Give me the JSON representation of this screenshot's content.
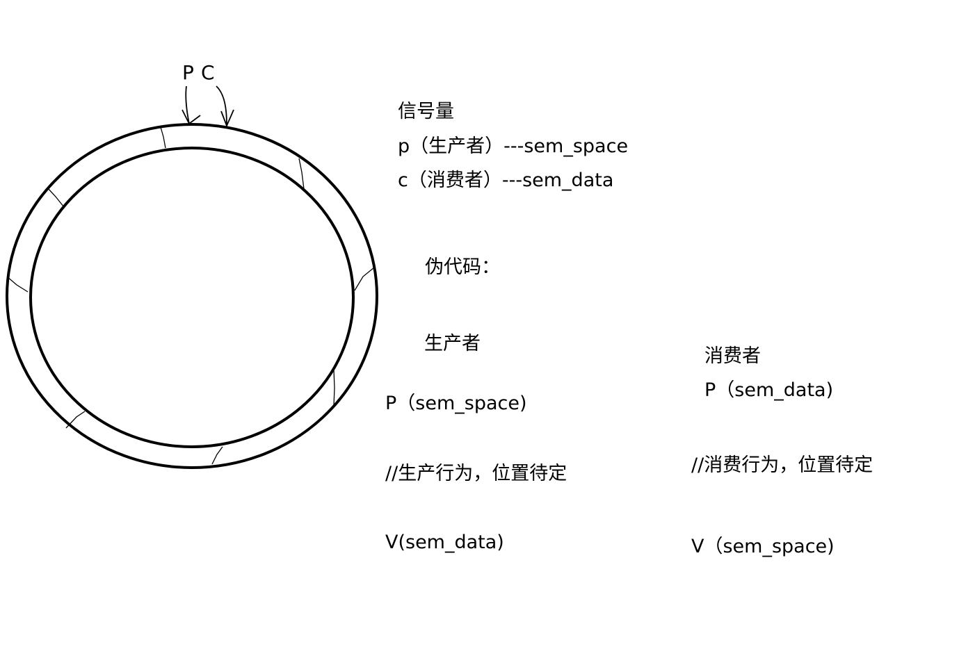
{
  "diagram": {
    "pointer_labels": {
      "producer": "P",
      "consumer": "C"
    }
  },
  "semaphore": {
    "heading": "信号量",
    "producer_line": "p（生产者）---sem_space",
    "consumer_line": "c（消费者）---sem_data"
  },
  "pseudocode": {
    "heading": "伪代码：",
    "producer": {
      "title": "生产者",
      "p_op": "P（sem_space)",
      "action": "//生产行为，位置待定",
      "v_op": "V(sem_data)"
    },
    "consumer": {
      "title": "消费者",
      "p_op": "P（sem_data)",
      "action": "//消费行为，位置待定",
      "v_op": "V（sem_space)"
    }
  }
}
